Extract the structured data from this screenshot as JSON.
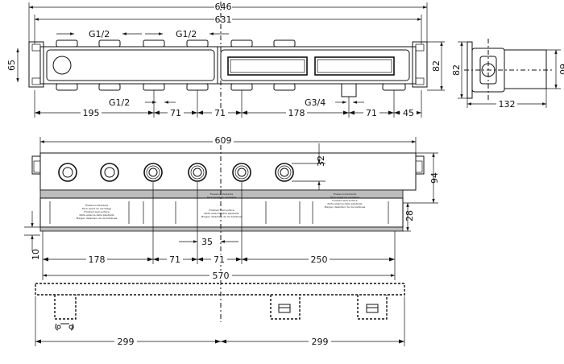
{
  "dimensions": {
    "overall_646": "646",
    "width_631": "631",
    "thread_g12_a": "G1/2",
    "thread_g12_b": "G1/2",
    "thread_g12_c": "G1/2",
    "thread_g34": "G3/4",
    "height_65": "65",
    "height_82_front": "82",
    "d195": "195",
    "d71_a": "71",
    "d71_b": "71",
    "d178_top": "178",
    "d71_c": "71",
    "d45": "45",
    "side_82": "82",
    "side_60": "60",
    "side_132": "132",
    "d609": "609",
    "d32": "32",
    "d94": "94",
    "d28": "28",
    "d10": "10",
    "d35": "35",
    "d178_mid": "178",
    "d71_d": "71",
    "d71_e": "71",
    "d250": "250",
    "d570": "570",
    "d299_a": "299",
    "d299_b": "299"
  },
  "label_text": {
    "line1": "Fliesenvorderkante",
    "line2": "Face avant du carrelage",
    "line3": "Finished wall surface",
    "line4": "Parte esterna della piastrella",
    "line5": "Margen delantero de los baldosas"
  }
}
